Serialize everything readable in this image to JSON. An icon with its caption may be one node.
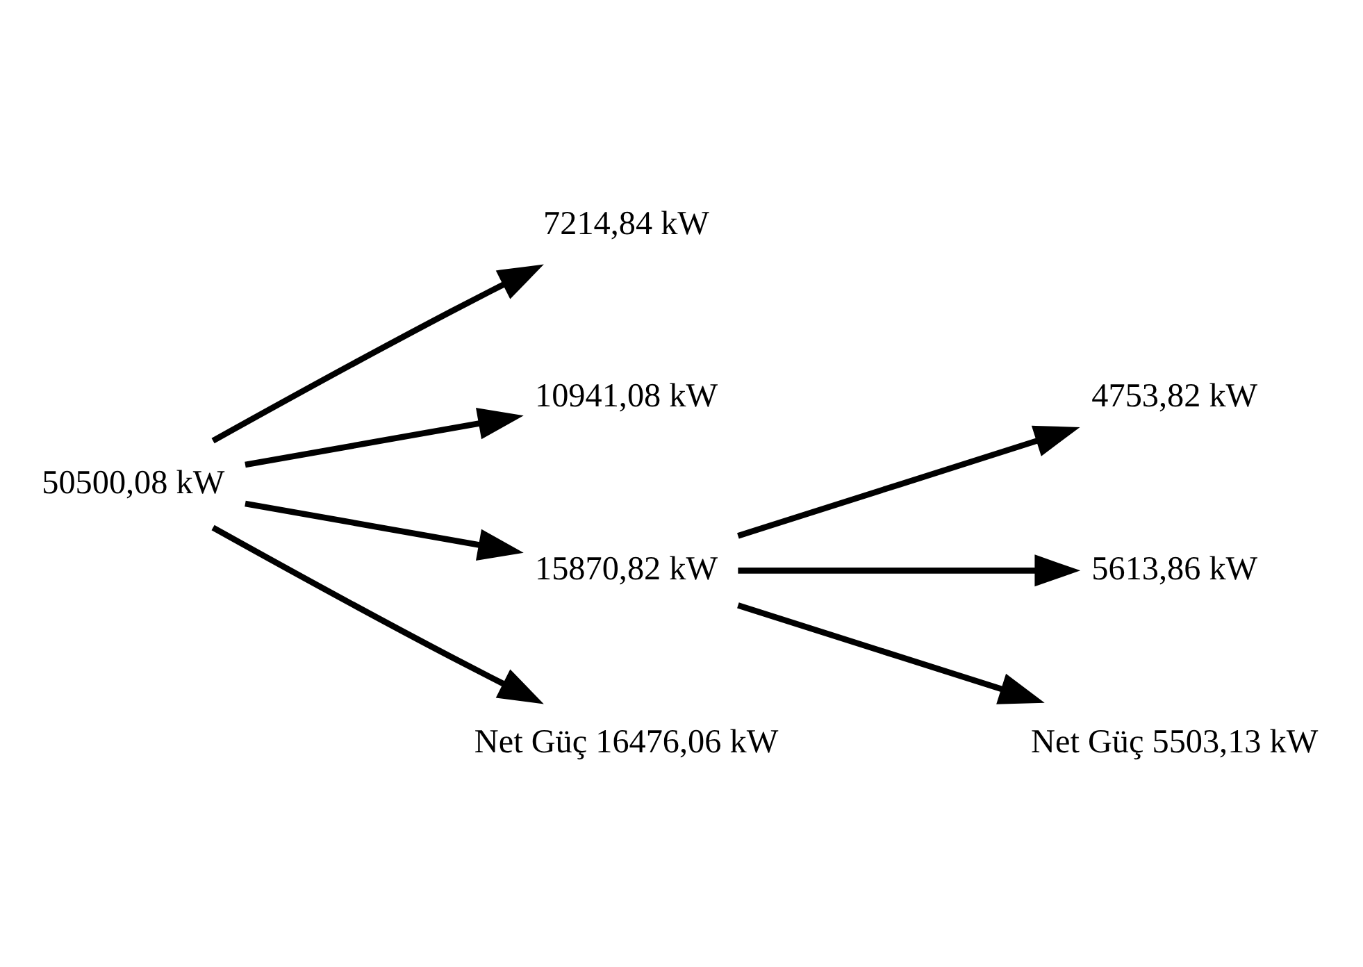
{
  "diagram": {
    "nodes": [
      {
        "text": [
          "50500,08 kW"
        ]
      },
      {
        "text": [
          "7214,84 kW"
        ]
      },
      {
        "text": [
          "10941,08 kW"
        ]
      },
      {
        "text": [
          "15870,82 kW"
        ]
      },
      {
        "text": [
          "4753,82 kW"
        ]
      },
      {
        "text": [
          "5613,86 kW"
        ]
      },
      {
        "text": [
          "Net Güç 5503,13 kW"
        ]
      },
      {
        "text": [
          "Net Güç 16476,06 kW"
        ]
      }
    ],
    "edges": [
      {
        "from": 0,
        "to": 1,
        "arrow": "to"
      },
      {
        "from": 0,
        "to": 2,
        "arrow": "to"
      },
      {
        "from": 0,
        "to": 3,
        "arrow": "to"
      },
      {
        "from": 3,
        "to": 4,
        "arrow": "to"
      },
      {
        "from": 3,
        "to": 5,
        "arrow": "to"
      },
      {
        "from": 3,
        "to": 6,
        "arrow": "to"
      },
      {
        "from": 0,
        "to": 7,
        "arrow": "to"
      }
    ]
  }
}
